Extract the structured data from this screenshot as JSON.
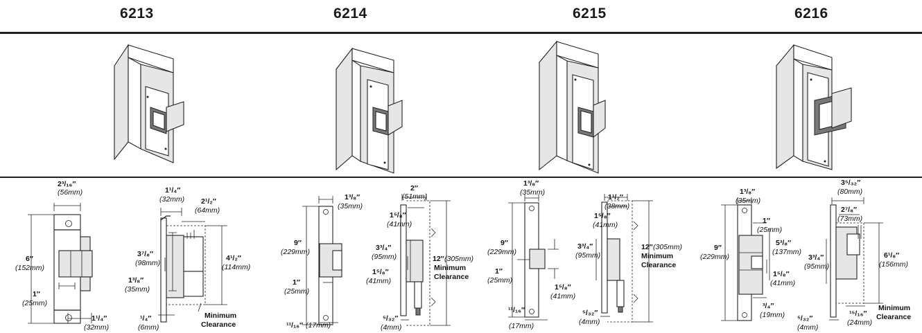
{
  "models": [
    "6213",
    "6214",
    "6215",
    "6216"
  ],
  "m6213": {
    "top_w": "2³/₁₆″",
    "top_w_mm": "(56mm)",
    "height": "6″",
    "height_mm": "(152mm)",
    "inner": "1″",
    "inner_mm": "(25mm)",
    "bottom_w": "1¹/₄″",
    "bottom_w_mm": "(32mm)",
    "side_top": "1¹/₄″",
    "side_top_mm": "(32mm)",
    "side_depth": "2¹/₂″",
    "side_depth_mm": "(64mm)",
    "body_h": "3⁷/₈″",
    "body_h_mm": "(98mm)",
    "keeper": "1³/₈″",
    "keeper_mm": "(35mm)",
    "clear_h": "4¹/₂″",
    "clear_h_mm": "(114mm)",
    "thick": "¹/₄″",
    "thick_mm": "(6mm)",
    "min": "Minimum",
    "clearance": "Clearance"
  },
  "m6214": {
    "top_w": "1³/₈″",
    "top_w_mm": "(35mm)",
    "height": "9″",
    "height_mm": "(229mm)",
    "inner": "1″",
    "inner_mm": "(25mm)",
    "bottom": "¹¹/₁₆″",
    "bottom_mm": "(17mm)",
    "depth": "2″",
    "depth_mm": "(51mm)",
    "depth2": "1⁵/₈″",
    "depth2_mm": "(41mm)",
    "body_h": "3³/₄″",
    "body_h_mm": "(95mm)",
    "keeper": "1⁵/₈″",
    "keeper_mm": "(41mm)",
    "clear_h": "12″",
    "clear_h_mm": "(305mm)",
    "thick": "⁵/₃₂″",
    "thick_mm": "(4mm)",
    "min": "Minimum",
    "clearance": "Clearance"
  },
  "m6215": {
    "top_w": "1³/₈″",
    "top_w_mm": "(35mm)",
    "height": "9″",
    "height_mm": "(229mm)",
    "inner": "1″",
    "inner_mm": "(25mm)",
    "bottom": "¹¹/₁₆″",
    "bottom_mm": "(17mm)",
    "keeper": "1⁵/₈″",
    "keeper_mm": "(41mm)",
    "depth": "1¹/₂″",
    "depth_mm": "(38mm)",
    "depth2": "1⁵/₈″",
    "depth2_mm": "(41mm)",
    "body_h": "3³/₄″",
    "body_h_mm": "(95mm)",
    "clear_h": "12″",
    "clear_h_mm": "(305mm)",
    "thick": "⁵/₃₂″",
    "thick_mm": "(4mm)",
    "min": "Minimum",
    "clearance": "Clearance"
  },
  "m6216": {
    "top_w": "1³/₈″",
    "top_w_mm": "(35mm)",
    "height": "9″",
    "height_mm": "(229mm)",
    "inner": "1″",
    "inner_mm": "(25mm)",
    "span": "5³/₈″",
    "span_mm": "(137mm)",
    "keeper": "1⁵/₈″",
    "keeper_mm": "(41mm)",
    "bottom": "³/₄″",
    "bottom_mm": "(19mm)",
    "depth_top": "3⁵/₃₂″",
    "depth_top_mm": "(80mm)",
    "depth": "2⁷/₈″",
    "depth_mm": "(73mm)",
    "body_h": "3³/₄″",
    "body_h_mm": "(95mm)",
    "clear_h": "6¹/₈″",
    "clear_h_mm": "(156mm)",
    "thick": "⁵/₃₂″",
    "thick_mm": "(4mm)",
    "side_b": "¹⁵/₁₆″",
    "side_b_mm": "(24mm)",
    "min": "Minimum",
    "clearance": "Clearance"
  }
}
